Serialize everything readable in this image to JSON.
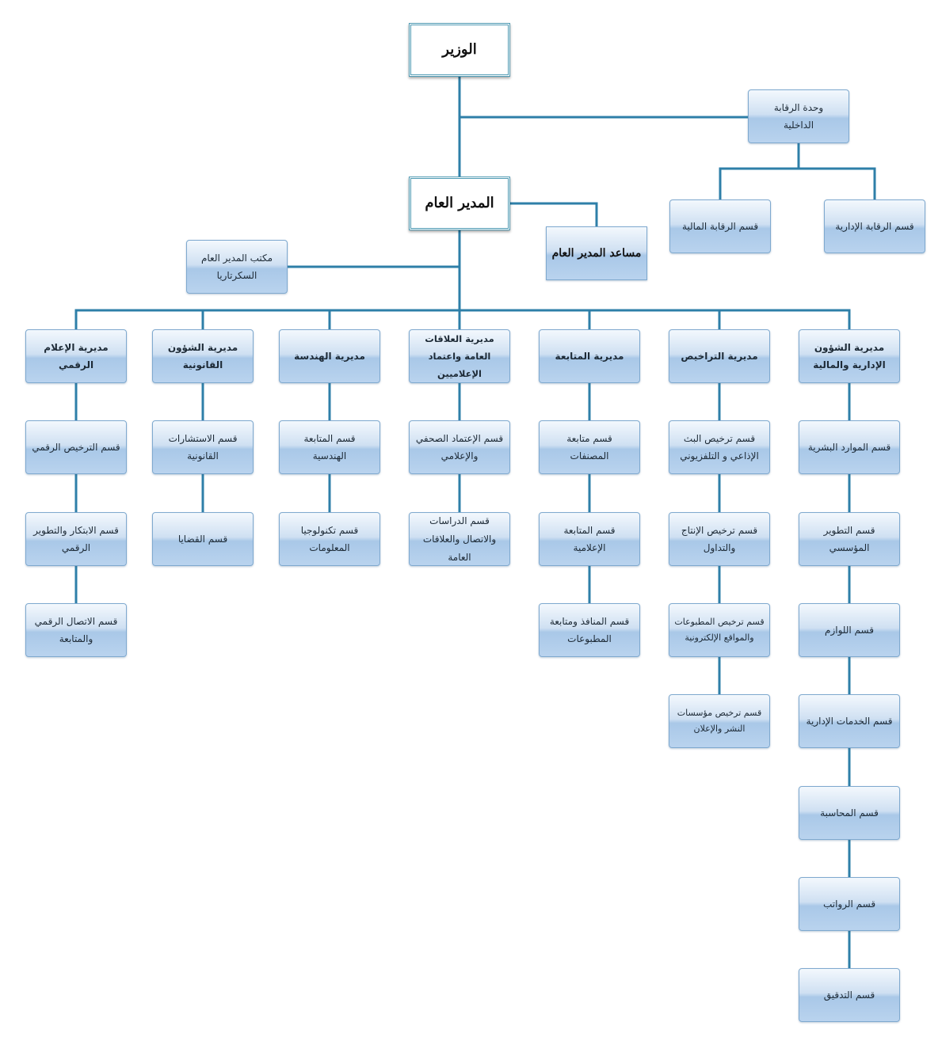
{
  "top": {
    "minister": "الوزير",
    "general_manager": "المدير العام",
    "internal_audit_unit": [
      "وحدة الرقابة",
      "الداخلية"
    ],
    "admin_audit": "قسم الرقابة الإدارية",
    "financial_audit": "قسم الرقابة المالية",
    "assistant_gm": "مساعد المدير العام",
    "gm_office": [
      "مكتب المدير العام",
      "السكرتاريا"
    ]
  },
  "directorates": [
    {
      "title": [
        "مديرية الشؤون",
        "الإدارية والمالية"
      ],
      "sections": [
        "قسم الموارد البشرية",
        [
          "قسم التطوير",
          "المؤسسي"
        ],
        "قسم اللوازم",
        "قسم الخدمات الإدارية",
        "قسم المحاسبة",
        "قسم الرواتب",
        "قسم التدقيق"
      ]
    },
    {
      "title": [
        "مديرية التراخيص"
      ],
      "sections": [
        [
          "قسم ترخيص البث",
          "الإذاعي و التلفزيوني"
        ],
        [
          "قسم ترخيص الإنتاج",
          "والتداول"
        ],
        [
          "قسم ترخيص المطبوعات",
          "والمواقع الإلكترونية"
        ],
        [
          "قسم ترخيص مؤسسات",
          "النشر والإعلان"
        ]
      ]
    },
    {
      "title": [
        "مديرية المتابعة"
      ],
      "sections": [
        [
          "قسم متابعة",
          "المصنفات"
        ],
        [
          "قسم المتابعة",
          "الإعلامية"
        ],
        [
          "قسم المنافذ ومتابعة",
          "المطبوعات"
        ]
      ]
    },
    {
      "title": [
        "مديرية العلاقات",
        "العامة واعتماد",
        "الإعلاميين"
      ],
      "sections": [
        [
          "قسم الإعتماد الصحفي",
          "والإعلامي"
        ],
        [
          "قسم الدراسات",
          "والاتصال والعلاقات",
          "العامة"
        ]
      ]
    },
    {
      "title": [
        "مديرية الهندسة"
      ],
      "sections": [
        [
          "قسم المتابعة",
          "الهندسية"
        ],
        [
          "قسم تكنولوجيا",
          "المعلومات"
        ]
      ]
    },
    {
      "title": [
        "مديرية الشؤون",
        "القانونية"
      ],
      "sections": [
        [
          "قسم الاستشارات",
          "القانونية"
        ],
        "قسم القضايا"
      ]
    },
    {
      "title": [
        "مديرية الإعلام",
        "الرقمي"
      ],
      "sections": [
        "قسم الترخيص الرقمي",
        [
          "قسم الابتكار والتطوير",
          "الرقمي"
        ],
        [
          "قسم الاتصال الرقمي",
          "والمتابعة"
        ]
      ]
    }
  ],
  "colors": {
    "connector": "#2e7fa8",
    "box_border": "#7fa9cf"
  }
}
